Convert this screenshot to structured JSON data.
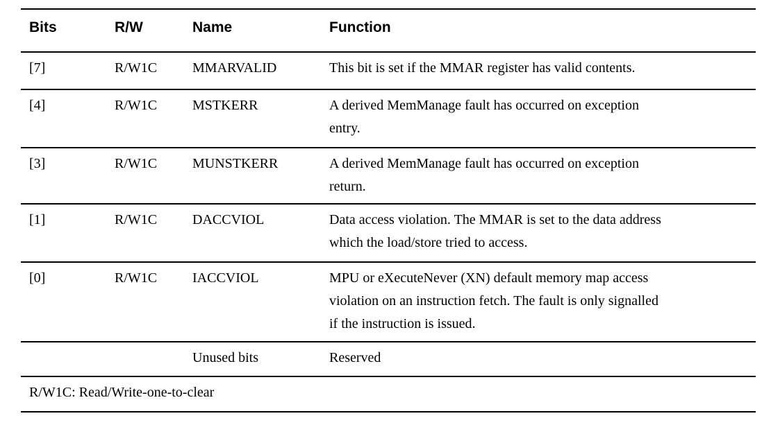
{
  "colors": {
    "text": "#000000",
    "background": "#ffffff",
    "rule": "#000000"
  },
  "table": {
    "columns": [
      "Bits",
      "R/W",
      "Name",
      "Function"
    ],
    "rows": [
      {
        "bits": "[7]",
        "rw": "R/W1C",
        "name": "MMARVALID",
        "function": "This bit is set if the MMAR register has valid contents."
      },
      {
        "bits": "[4]",
        "rw": "R/W1C",
        "name": "MSTKERR",
        "function": "A derived MemManage fault has occurred on exception\nentry."
      },
      {
        "bits": "[3]",
        "rw": "R/W1C",
        "name": "MUNSTKERR",
        "function": "A derived MemManage fault has occurred on exception\nreturn."
      },
      {
        "bits": "[1]",
        "rw": "R/W1C",
        "name": "DACCVIOL",
        "function": "Data access violation. The MMAR is set to the data address\nwhich the load/store tried to access."
      },
      {
        "bits": "[0]",
        "rw": "R/W1C",
        "name": "IACCVIOL",
        "function": "MPU or eXecuteNever (XN) default memory map access\nviolation on an instruction fetch. The fault is only signalled\nif the instruction is issued."
      },
      {
        "bits": "",
        "rw": "",
        "name": "Unused bits",
        "function": "Reserved"
      }
    ],
    "footnote": "R/W1C: Read/Write-one-to-clear"
  }
}
